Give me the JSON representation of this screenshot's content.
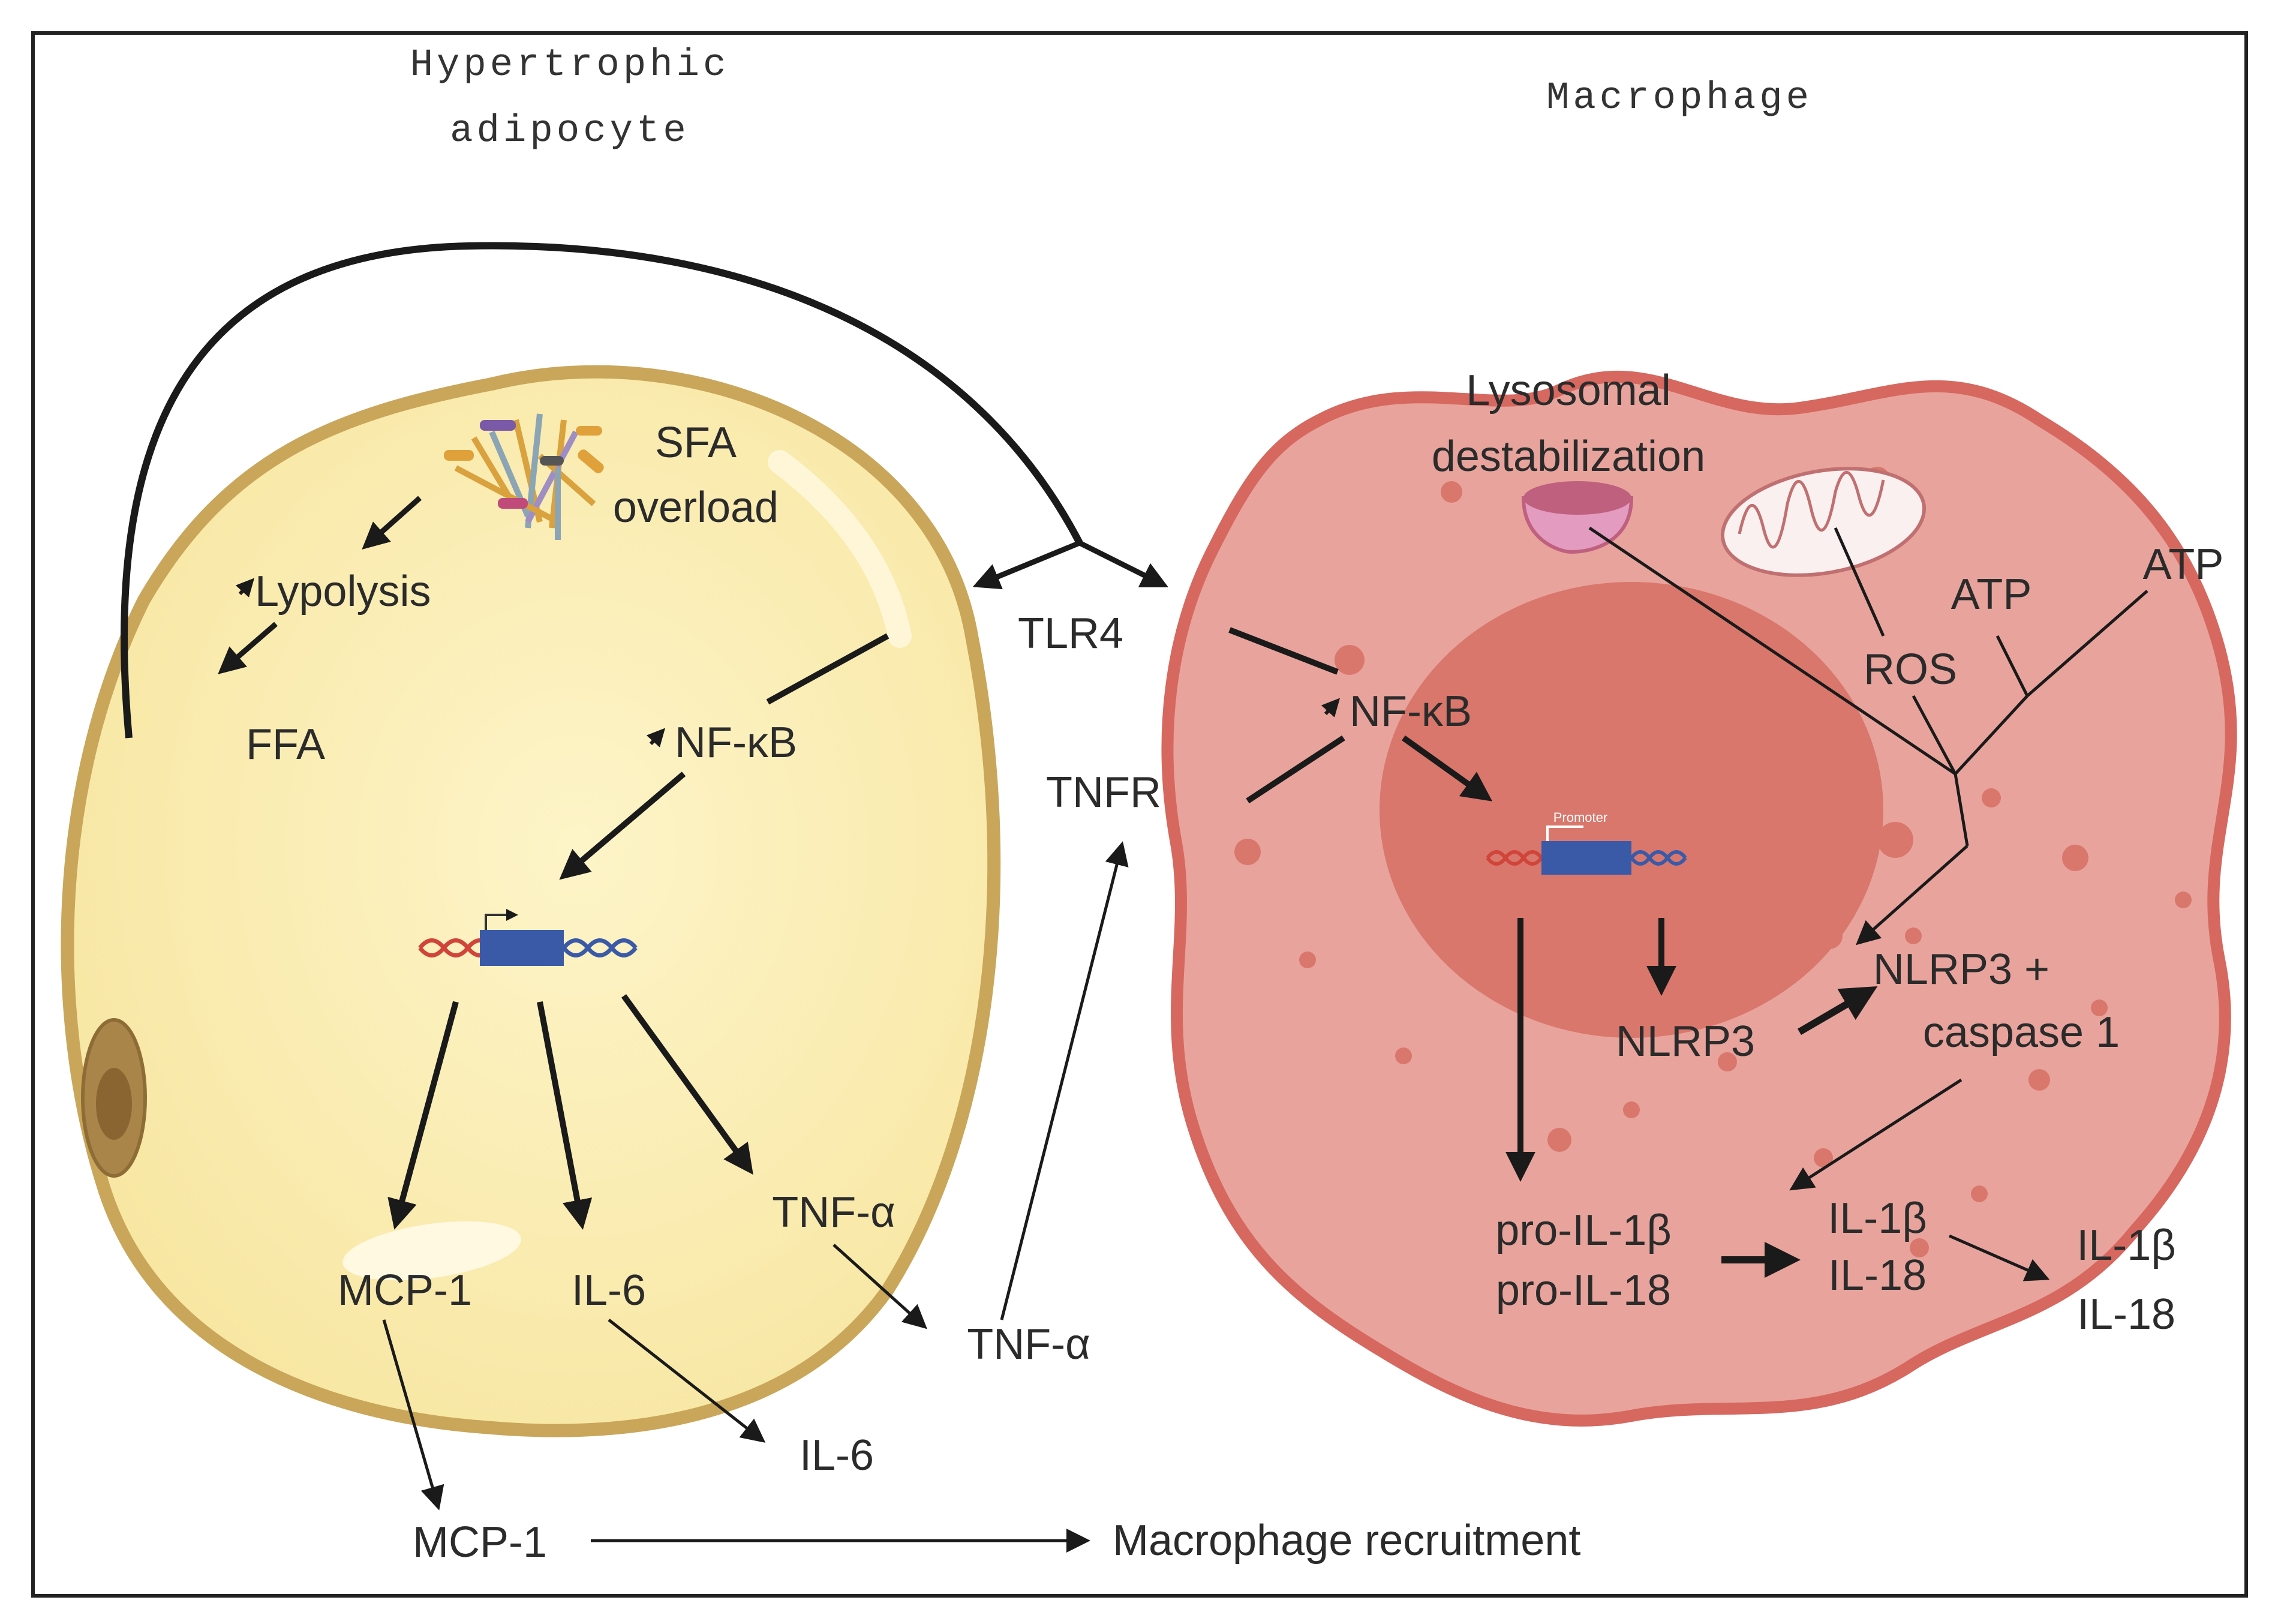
{
  "titles": {
    "adipocyte_line1": "Hypertrophic",
    "adipocyte_line2": "adipocyte",
    "macrophage": "Macrophage"
  },
  "adipocyte": {
    "sfa_line1": "SFA",
    "sfa_line2": "overload",
    "lypolysis": "Lypolysis",
    "ffa": "FFA",
    "nfkb": "NF-κB",
    "mcp1": "MCP-1",
    "il6": "IL-6",
    "tnfa": "TNF-α"
  },
  "extracellular": {
    "tlr4": "TLR4",
    "tnfr": "TNFR",
    "tnfa": "TNF-α",
    "il6": "IL-6",
    "mcp1": "MCP-1",
    "recruitment": "Macrophage recruitment"
  },
  "macrophage": {
    "lysosomal_line1": "Lysosomal",
    "lysosomal_line2": "destabilization",
    "ros": "ROS",
    "atp_inner": "ATP",
    "atp_outer": "ATP",
    "nfkb": "NF-κB",
    "promoter": "Promoter",
    "nlrp3": "NLRP3",
    "complex_line1": "NLRP3 +",
    "complex_line2": "caspase 1",
    "pro_il1b": "pro-IL-1β",
    "pro_il18": "pro-IL-18",
    "il1b_in": "IL-1β",
    "il18_in": "IL-18",
    "il1b_out": "IL-1β",
    "il18_out": "IL-18"
  },
  "colors": {
    "adipocyte_fill": "#fbeeb3",
    "adipocyte_border": "#c9a65a",
    "macrophage_fill": "#e8a49c",
    "macrophage_border": "#d6685f",
    "nucleus_fill": "#d9776c",
    "dna_box": "#3a5aa8",
    "arrow": "#1a1a1a"
  }
}
